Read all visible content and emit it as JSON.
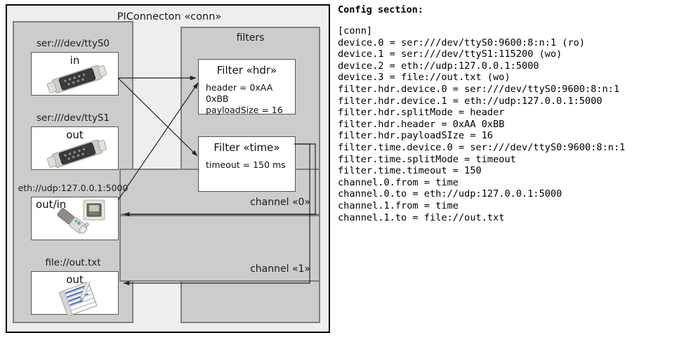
{
  "diagram": {
    "title": "PIConnecton «conn»",
    "devices_panel": {
      "title": ""
    },
    "filters_panel": {
      "title": "filters"
    },
    "devices": [
      {
        "caption": "ser:///dev/ttyS0",
        "label": "in",
        "icon": "serial-connector-icon"
      },
      {
        "caption": "ser:///dev/ttyS1",
        "label": "out",
        "icon": "serial-connector-icon"
      },
      {
        "caption": "eth://udp:127.0.0.1:5000",
        "label": "out/in",
        "icon": "ethernet-jack-icon"
      },
      {
        "caption": "file://out.txt",
        "label": "out",
        "icon": "text-file-icon"
      }
    ],
    "filters": [
      {
        "title": "Filter «hdr»",
        "attrs": [
          "header = 0xAA 0xBB",
          "payloadSize = 16"
        ]
      },
      {
        "title": "Filter «time»",
        "attrs": [
          "timeout = 150 ms"
        ]
      }
    ],
    "channels": [
      {
        "label": "channel «0»"
      },
      {
        "label": "channel «1»"
      }
    ]
  },
  "config": {
    "heading": "Config section:",
    "lines": [
      "[conn]",
      "device.0 = ser:///dev/ttyS0:9600:8:n:1 (ro)",
      "device.1 = ser:///dev/ttyS1:115200 (wo)",
      "device.2 = eth://udp:127.0.0.1:5000",
      "device.3 = file://out.txt (wo)",
      "filter.hdr.device.0 = ser:///dev/ttyS0:9600:8:n:1",
      "filter.hdr.device.1 = eth://udp:127.0.0.1:5000",
      "filter.hdr.splitMode = header",
      "filter.hdr.header = 0xAA 0xBB",
      "filter.hdr.payloadSIze = 16",
      "filter.time.device.0 = ser:///dev/ttyS0:9600:8:n:1",
      "filter.time.splitMode = timeout",
      "filter.time.timeout = 150",
      "channel.0.from = time",
      "channel.0.to = eth://udp:127.0.0.1:5000",
      "channel.1.from = time",
      "channel.1.to = file://out.txt"
    ],
    "text": ""
  },
  "colors": {
    "frame_bg": "#eeeeee",
    "panel_bg": "#cccccc",
    "node_bg": "#ffffff",
    "border": "#000000",
    "panel_border": "#808080"
  }
}
